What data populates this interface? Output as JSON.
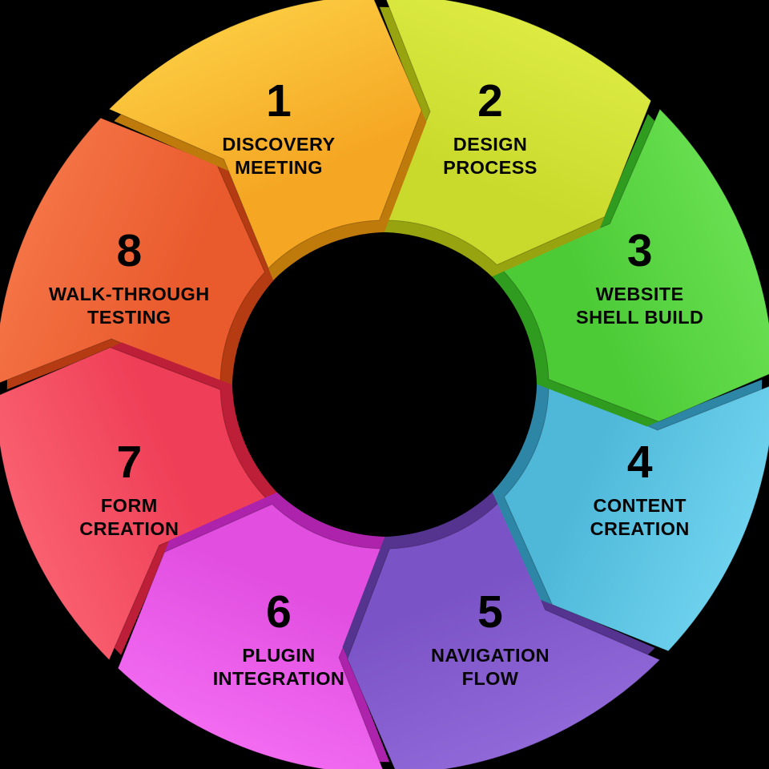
{
  "diagram": {
    "name": "website-build-process-cycle",
    "background_color": "#000000",
    "text_color": "#060606",
    "steps": [
      {
        "number": "1",
        "label": "DISCOVERY MEETING",
        "lines": [
          "DISCOVERY",
          "MEETING"
        ],
        "color": "#F5A623",
        "light": "#FBC93F",
        "dark": "#BF7A0C"
      },
      {
        "number": "2",
        "label": "DESIGN PROCESS",
        "lines": [
          "DESIGN",
          "PROCESS"
        ],
        "color": "#C9DA2C",
        "light": "#DCEA42",
        "dark": "#97A410"
      },
      {
        "number": "3",
        "label": "WEBSITE SHELL BUILD",
        "lines": [
          "WEBSITE",
          "SHELL BUILD"
        ],
        "color": "#4DCB37",
        "light": "#68DF50",
        "dark": "#2F9B1F"
      },
      {
        "number": "4",
        "label": "CONTENT CREATION",
        "lines": [
          "CONTENT",
          "CREATION"
        ],
        "color": "#4FB8D9",
        "light": "#6ED2EE",
        "dark": "#2E86A6"
      },
      {
        "number": "5",
        "label": "NAVIGATION FLOW",
        "lines": [
          "NAVIGATION",
          "FLOW"
        ],
        "color": "#7A53C6",
        "light": "#9168D8",
        "dark": "#55348F"
      },
      {
        "number": "6",
        "label": "PLUGIN INTEGRATION",
        "lines": [
          "PLUGIN",
          "INTEGRATION"
        ],
        "color": "#E14EE0",
        "light": "#F26BF1",
        "dark": "#AE23AC"
      },
      {
        "number": "7",
        "label": "FORM CREATION",
        "lines": [
          "FORM",
          "CREATION"
        ],
        "color": "#EF3E57",
        "light": "#F9606F",
        "dark": "#BE1F38"
      },
      {
        "number": "8",
        "label": "WALK-THROUGH TESTING",
        "lines": [
          "WALK-THROUGH",
          "TESTING"
        ],
        "color": "#E95A2D",
        "light": "#F47345",
        "dark": "#B53C12"
      }
    ]
  }
}
